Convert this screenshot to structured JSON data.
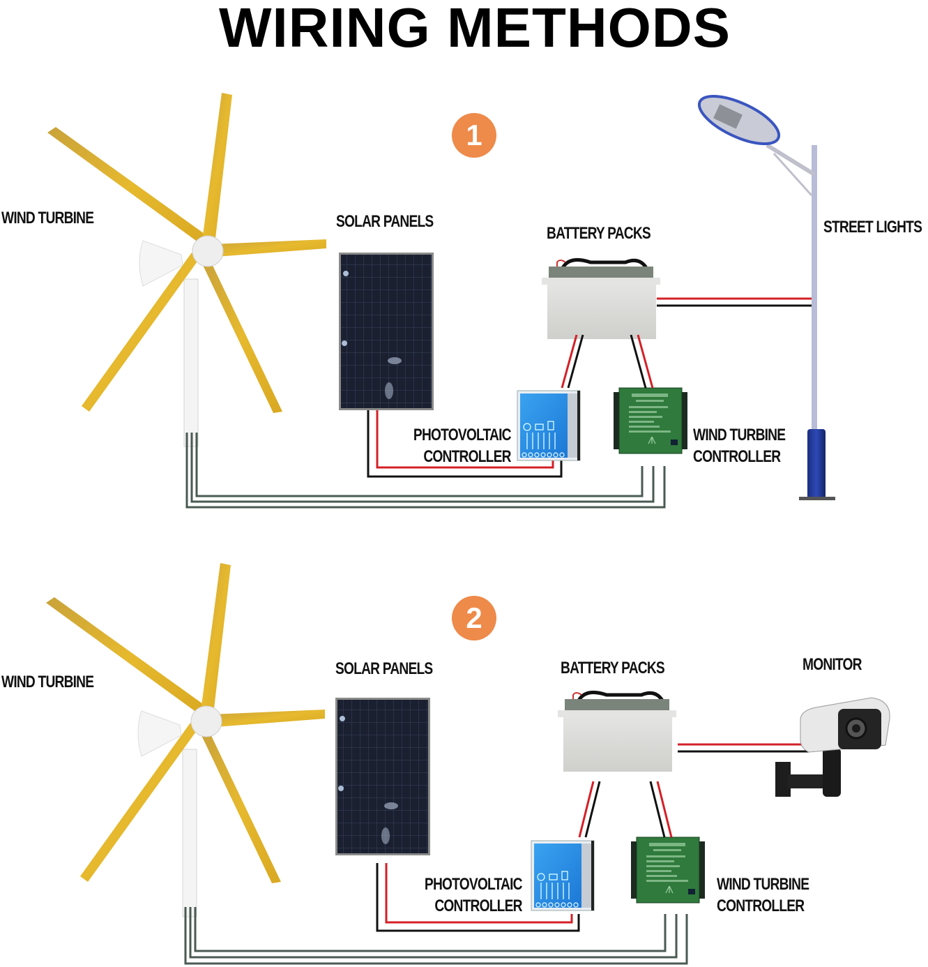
{
  "title": "WIRING METHODS",
  "colors": {
    "badge": "#ee8a4a",
    "blade": "#e2b535",
    "wire_red": "#d42027",
    "wire_black": "#111111",
    "wire_gray": "#4a5a52",
    "solar_panel": "#1c2230",
    "pv_controller": "#2f8fe3",
    "wind_controller": "#2f7a3c",
    "battery": "#d8d8d6",
    "pole": "#b8bcd6",
    "pole_base": "#213a9a"
  },
  "diagrams": [
    {
      "number": "1",
      "labels": {
        "wind_turbine": "WIND TURBINE",
        "solar_panels": "SOLAR PANELS",
        "battery_packs": "BATTERY PACKS",
        "load": "STREET LIGHTS",
        "pv_controller_line1": "PHOTOVOLTAIC",
        "pv_controller_line2": "CONTROLLER",
        "wind_controller_line1": "WIND TURBINE",
        "wind_controller_line2": "CONTROLLER"
      }
    },
    {
      "number": "2",
      "labels": {
        "wind_turbine": "WIND TURBINE",
        "solar_panels": "SOLAR PANELS",
        "battery_packs": "BATTERY PACKS",
        "load": "MONITOR",
        "pv_controller_line1": "PHOTOVOLTAIC",
        "pv_controller_line2": "CONTROLLER",
        "wind_controller_line1": "WIND TURBINE",
        "wind_controller_line2": "CONTROLLER"
      }
    }
  ]
}
